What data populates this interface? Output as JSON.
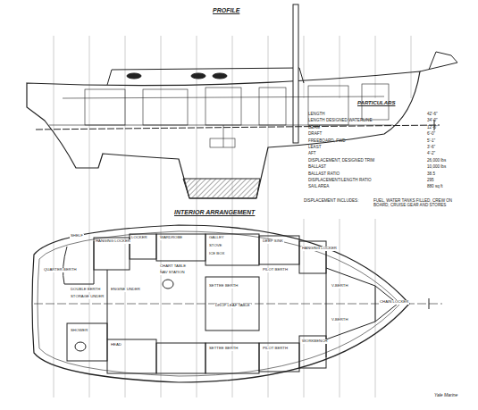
{
  "diagram": {
    "labels": [
      "PROFILE",
      "INTERIOR ARRANGEMENT",
      "PARTICULARS",
      "LENGTH",
      "42'-6\"",
      "LENGTH DESIGNED WATERLINE",
      "34'-0\"",
      "BEAM",
      "12'-6\"",
      "DRAFT",
      "6'-0\"",
      "FREEBOARD, FWD",
      "5'-1\"",
      "LEAST",
      "3'-6\"",
      "AFT",
      "4'-2\"",
      "DISPLACEMENT, DESIGNED TRIM",
      "26,000 lbs",
      "BALLAST",
      "10,000 lbs",
      "BALLAST RATIO",
      "38.5",
      "DISPLACEMENT/LENGTH RATIO",
      "295",
      "SAIL AREA",
      "880 sq ft",
      "DISPLACEMENT INCLUDES:",
      "FUEL, WATER TANKS FILLED, CREW ON BOARD, CRUISE GEAR AND STORES",
      "SHELF",
      "HANGING LOCKER",
      "LOCKER",
      "WARDROBE",
      "QUARTER BERTH",
      "DOUBLE BERTH",
      "STORAGE UNDER",
      "ENGINE UNDER",
      "CHART TABLE",
      "NAV STATION",
      "GALLEY",
      "STOVE",
      "ICE BOX",
      "DEEP SINK",
      "SETTEE BERTH",
      "DROP LEAF TABLE",
      "PILOT BERTH",
      "SETTEE BERTH",
      "PILOT BERTH",
      "HEAD",
      "SHOWER",
      "HANGING LOCKER",
      "V-BERTH",
      "V-BERTH",
      "CHAIN LOCKER",
      "WORKBENCH",
      "Yale Marine"
    ]
  }
}
